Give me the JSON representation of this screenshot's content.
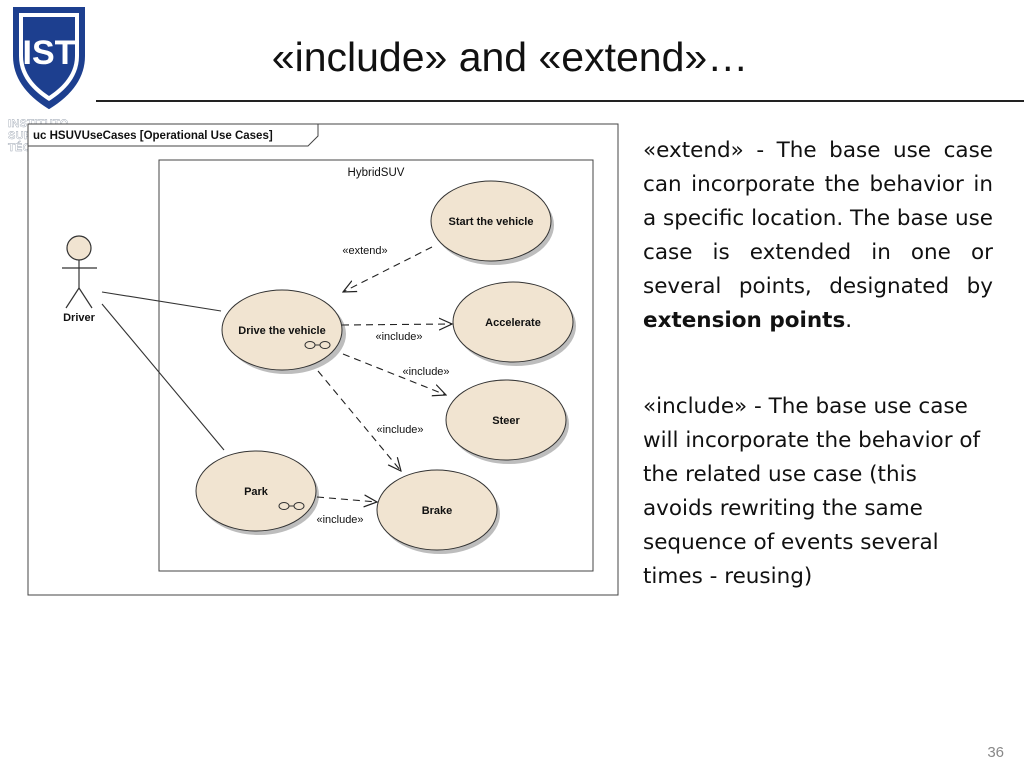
{
  "slide": {
    "title": "«include» and «extend»…",
    "page_number": "36"
  },
  "logo": {
    "monogram": "IST",
    "caption": [
      "INSTITUTO",
      "SUPERIOR",
      "TÉCNICO"
    ]
  },
  "diagram": {
    "frame_title": "uc HSUVUseCases [Operational Use Cases]",
    "system_name": "HybridSUV",
    "actor": "Driver",
    "use_cases": {
      "start": "Start the vehicle",
      "drive": "Drive the vehicle",
      "accelerate": "Accelerate",
      "steer": "Steer",
      "park": "Park",
      "brake": "Brake"
    },
    "relations": {
      "extend": "«extend»",
      "include": "«include»"
    },
    "colors": {
      "use_case_fill": "#f1e4d1",
      "use_case_stroke": "#333333",
      "shadow": "#bdbdbd"
    }
  },
  "text": {
    "extend": {
      "body": "«extend» - The base use case can incorporate the behavior in a specific location. The base use case is extended in one or several points, designated by ",
      "bold": "extension points",
      "end": "."
    },
    "include": {
      "body": "«include» - The base use case will incorporate the behavior of the related use case (this avoids rewriting the same sequence of events several times - reusing)"
    }
  }
}
